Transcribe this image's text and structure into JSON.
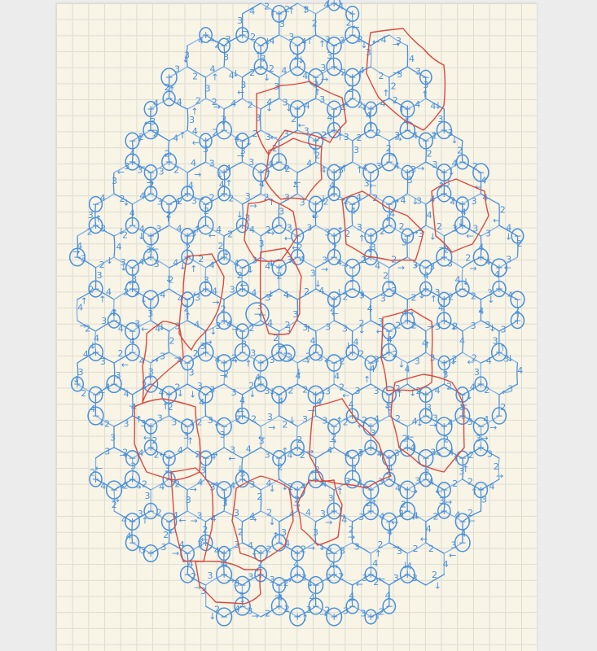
{
  "colors": {
    "ink": "#4a90d9",
    "ink_light": "#7fb2e6",
    "highlight": "#d94a3f",
    "paper": "#f8f4e6",
    "grid": "#dcdcd2"
  },
  "glyphs": {
    "positive": "+",
    "negative": "−",
    "arrow_down": "↓",
    "arrow_up": "↑",
    "arrow_left": "←",
    "arrow_right": "→"
  },
  "edge_labels": [
    "2",
    "3",
    "4",
    "2",
    "3",
    "4",
    "3",
    "2",
    "4",
    "3",
    "2",
    "4",
    "2",
    "3",
    "3",
    "4"
  ],
  "node_signs": [
    "+",
    "−",
    "+",
    "−",
    "+",
    "+",
    "−",
    "−",
    "+",
    "−",
    "+",
    "−"
  ]
}
